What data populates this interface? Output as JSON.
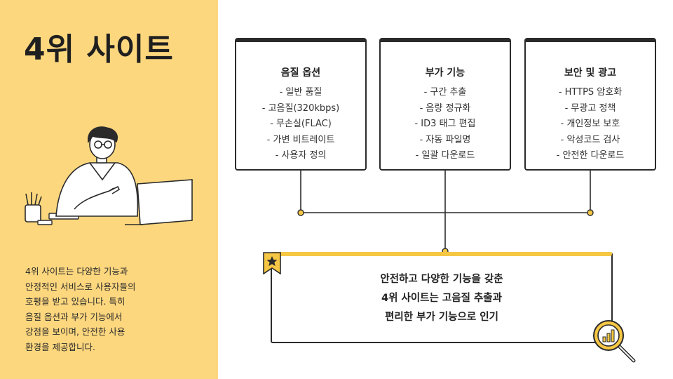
{
  "page": {
    "title": "4위 사이트",
    "description": [
      "4위 사이트는 다양한 기능과",
      "안정적인 서비스로 사용자들의",
      "호평을 받고 있습니다. 특히",
      "음질 옵션과 부가 기능에서",
      "강점을 보이며, 안전한 사용",
      "환경을 제공합니다."
    ]
  },
  "cards": [
    {
      "title": "음질 옵션",
      "items": [
        "- 일반 품질",
        "- 고음질(320kbps)",
        "- 무손실(FLAC)",
        "- 가변 비트레이트",
        "- 사용자 정의"
      ]
    },
    {
      "title": "부가 기능",
      "items": [
        "- 구간 추출",
        "- 음량 정규화",
        "- ID3 태그 편집",
        "- 자동 파일명",
        "- 일괄 다운로드"
      ]
    },
    {
      "title": "보안 및 광고",
      "items": [
        "- HTTPS 암호화",
        "- 무광고 정책",
        "- 개인정보 보호",
        "- 악성코드 검사",
        "- 안전한 다운로드"
      ]
    }
  ],
  "summary": {
    "lines": [
      "안전하고 다양한 기능을 갖춘",
      "4위 사이트는 고음질 추출과",
      "편리한 부가 기능으로 인기"
    ]
  },
  "icons": {
    "bookmark": "star-bookmark-icon",
    "magnifier": "magnifier-chart-icon",
    "illustration": "person-at-laptop-illustration"
  },
  "colors": {
    "panel": "#fdd77e",
    "accent": "#f6c744",
    "dot": "#f6c744",
    "ink": "#2b2b2b"
  }
}
